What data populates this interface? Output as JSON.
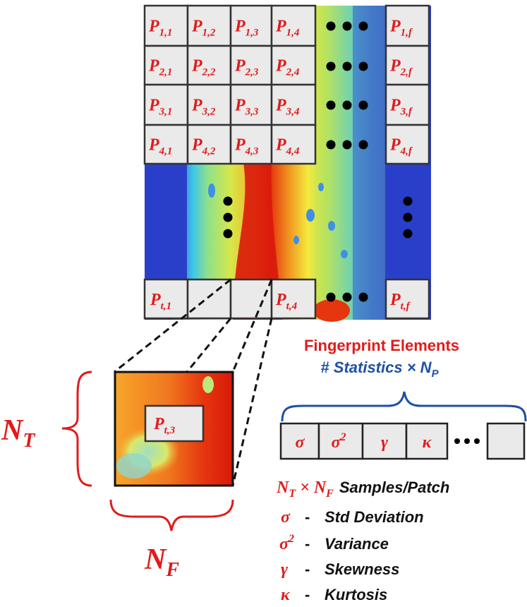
{
  "grid": {
    "rows": [
      {
        "cells": [
          {
            "base": "P",
            "sub": "1,1"
          },
          {
            "base": "P",
            "sub": "1,2"
          },
          {
            "base": "P",
            "sub": "1,3"
          },
          {
            "base": "P",
            "sub": "1,4"
          }
        ],
        "last": {
          "base": "P",
          "sub": "1,f"
        }
      },
      {
        "cells": [
          {
            "base": "P",
            "sub": "2,1"
          },
          {
            "base": "P",
            "sub": "2,2"
          },
          {
            "base": "P",
            "sub": "2,3"
          },
          {
            "base": "P",
            "sub": "2,4"
          }
        ],
        "last": {
          "base": "P",
          "sub": "2,f"
        }
      },
      {
        "cells": [
          {
            "base": "P",
            "sub": "3,1"
          },
          {
            "base": "P",
            "sub": "3,2"
          },
          {
            "base": "P",
            "sub": "3,3"
          },
          {
            "base": "P",
            "sub": "3,4"
          }
        ],
        "last": {
          "base": "P",
          "sub": "3,f"
        }
      },
      {
        "cells": [
          {
            "base": "P",
            "sub": "4,1"
          },
          {
            "base": "P",
            "sub": "4,2"
          },
          {
            "base": "P",
            "sub": "4,3"
          },
          {
            "base": "P",
            "sub": "4,4"
          }
        ],
        "last": {
          "base": "P",
          "sub": "4,f"
        }
      }
    ],
    "bottom_row": {
      "first": {
        "base": "P",
        "sub": "t,1"
      },
      "fourth": {
        "base": "P",
        "sub": "t,4"
      },
      "last": {
        "base": "P",
        "sub": "t,f"
      }
    }
  },
  "zoom_patch": {
    "base": "P",
    "sub": "t,3"
  },
  "dims": {
    "nt": {
      "base": "N",
      "sub": "T"
    },
    "nf": {
      "base": "N",
      "sub": "F"
    }
  },
  "fingerprint": {
    "title": "Fingerprint Elements",
    "subtitle_prefix": "# Statistics × N",
    "subtitle_sub": "P",
    "elements": [
      {
        "base": "σ",
        "sup": ""
      },
      {
        "base": "σ",
        "sup": "2"
      },
      {
        "base": "γ",
        "sup": ""
      },
      {
        "base": "κ",
        "sup": ""
      }
    ],
    "samples": {
      "n1": "N",
      "n1_sub": "T",
      "times": "×",
      "n2": "N",
      "n2_sub": "F",
      "text": "Samples/Patch"
    }
  },
  "legend": [
    {
      "symbol": "σ",
      "sup": "",
      "label": "Std Deviation"
    },
    {
      "symbol": "σ",
      "sup": "2",
      "label": "Variance"
    },
    {
      "symbol": "γ",
      "sup": "",
      "label": "Skewness"
    },
    {
      "symbol": "κ",
      "sup": "",
      "label": "Kurtosis"
    }
  ],
  "legend_dash": "-",
  "colors": {
    "red": "#e01b1b",
    "blue": "#1f4fa8",
    "cell_fill": "#eaeaea",
    "heat_blue": "#2a3fc9",
    "heat_red": "#d9180b"
  }
}
